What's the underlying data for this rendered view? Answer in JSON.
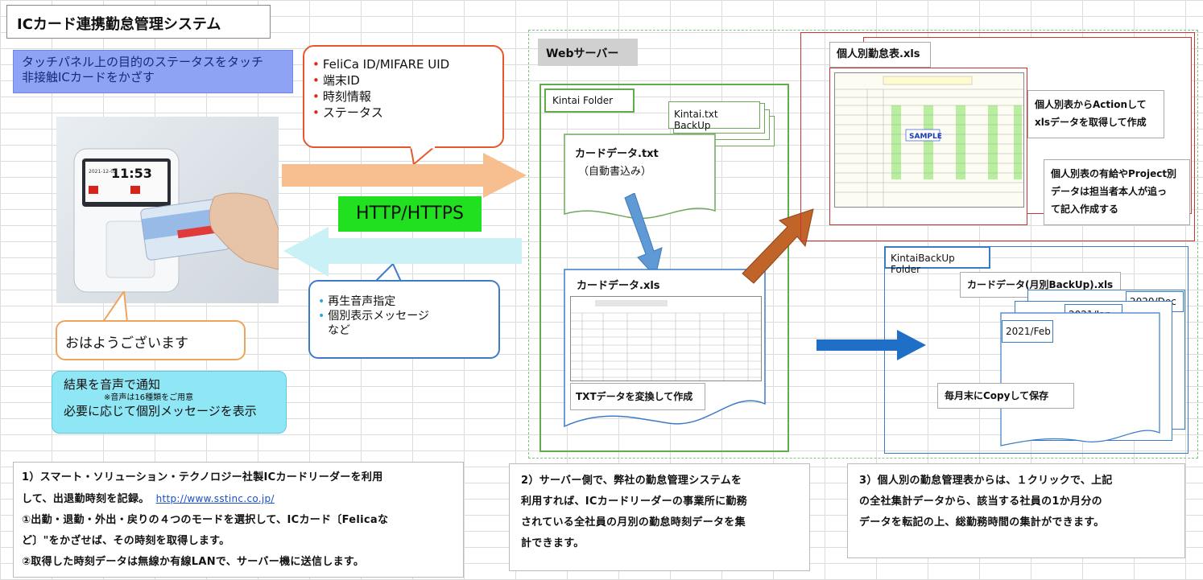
{
  "title": "ICカード連携勤怠管理システム",
  "touch_instruction": [
    "タッチパネル上の目的のステータスをタッチ",
    "非接触ICカードをかざす"
  ],
  "device_screen": {
    "time": "11:53",
    "date": "2021-12-02"
  },
  "sent_data": [
    "FeliCa ID/MIFARE UID",
    "端末ID",
    "時刻情報",
    "ステータス"
  ],
  "protocol": "HTTP/HTTPS",
  "returned_data": [
    "再生音声指定",
    "個別表示メッセージ",
    "など"
  ],
  "greeting": "おはようございます",
  "result_notice": {
    "line1": "結果を音声で通知",
    "note": "※音声は16種類をご用意",
    "line2": "必要に応じて個別メッセージを表示"
  },
  "web_server": "Webサーバー",
  "kintai_folder": "Kintai Folder",
  "backup_txt": "Kintai.txt BackUp",
  "card_txt": {
    "name": "カードデータ.txt",
    "note": "（自動書込み）"
  },
  "card_xls": {
    "name": "カードデータ.xls",
    "note": "TXTデータを変換して作成"
  },
  "personal_sheet": {
    "name": "個人別勤怠表.xls",
    "sample": "SAMPLE"
  },
  "personal_note1": [
    "個人別表からActionして",
    "xlsデータを取得して作成"
  ],
  "personal_note2": [
    "個人別表の有給やProject別",
    "データは担当者本人が追っ",
    "て記入作成する"
  ],
  "backup_folder": "KintaiBackUp Folder",
  "monthly_backup": "カードデータ(月別BackUp).xls",
  "months": [
    "2020/Dec",
    "2021/Jan",
    "2021/Feb"
  ],
  "copy_note": "毎月末にCopyして保存",
  "desc1": {
    "line1": "1）スマート・ソリューション・テクノロジー社製ICカードリーダーを利用",
    "line2": "して、出退勤時刻を記録。",
    "link": "http://www.sstinc.co.jp/",
    "line3": "①出勤・退勤・外出・戻りの４つのモードを選択して、ICカード〔Felicaな",
    "line4": "ど〕\"をかざせば、その時刻を取得します。",
    "line5": "②取得した時刻データは無線か有線LANで、サーバー機に送信します。"
  },
  "desc2": [
    "2）サーバー側で、弊社の勤怠管理システムを",
    "利用すれば、ICカードリーダーの事業所に勤務",
    "されている全社員の月別の勤怠時刻データを集",
    "計できます。"
  ],
  "desc3": [
    "3）個人別の勤怠管理表からは、１クリックで、上記",
    "の全社集計データから、該当する社員の1か月分の",
    "データを転記の上、総勤務時間の集計ができます。"
  ]
}
